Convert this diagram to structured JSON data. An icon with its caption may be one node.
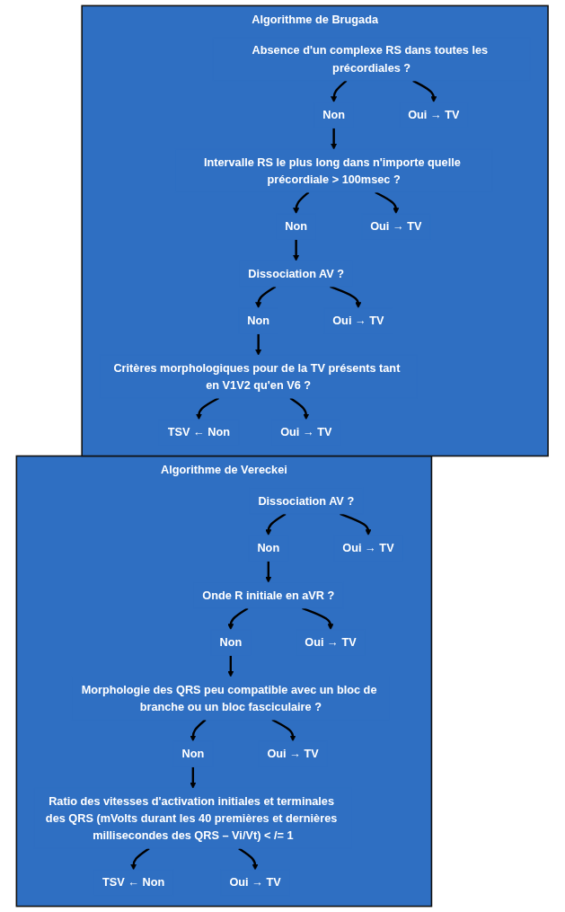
{
  "diagram": {
    "nodes": [
      {
        "text": [
          "Algorithme de Brugada"
        ]
      },
      {
        "text": [
          "Absence d'un complexe RS dans toutes les précordiales ?"
        ],
        "in": 0
      },
      {
        "text": [
          "Non"
        ],
        "in": 0
      },
      {
        "text": [
          "Oui → TV"
        ],
        "in": 0
      },
      {
        "text": [
          "Intervalle RS le plus long dans n'importe quelle précordiale > 100msec ?"
        ],
        "in": 0
      },
      {
        "text": [
          "Non"
        ],
        "in": 0
      },
      {
        "text": [
          "Oui → TV"
        ],
        "in": 0
      },
      {
        "text": [
          "Dissociation AV ?"
        ],
        "in": 0
      },
      {
        "text": [
          "Non"
        ],
        "in": 0
      },
      {
        "text": [
          "Oui → TV"
        ],
        "in": 0
      },
      {
        "text": [
          "Critères morphologiques pour de la TV présents tant en V1V2 qu'en V6 ?"
        ],
        "in": 0
      },
      {
        "text": [
          "TSV ← Non"
        ],
        "in": 0
      },
      {
        "text": [
          "Oui → TV"
        ],
        "in": 0
      },
      {
        "text": [
          "Algorithme de Vereckei"
        ]
      },
      {
        "text": [
          "Dissociation AV ?"
        ],
        "in": 13
      },
      {
        "text": [
          "Non"
        ],
        "in": 13
      },
      {
        "text": [
          "Oui → TV"
        ],
        "in": 13
      },
      {
        "text": [
          "Onde R initiale en aVR ?"
        ],
        "in": 13
      },
      {
        "text": [
          "Non"
        ],
        "in": 13
      },
      {
        "text": [
          "Oui → TV"
        ],
        "in": 13
      },
      {
        "text": [
          "Morphologie des QRS peu compatible avec un bloc de branche ou un bloc fasciculaire ?"
        ],
        "in": 13
      },
      {
        "text": [
          "Non"
        ],
        "in": 13
      },
      {
        "text": [
          "Oui → TV"
        ],
        "in": 13
      },
      {
        "text": [
          "Ratio des vitesses d'activation initiales et terminales des QRS (mVolts durant les 40 premières et dernières millisecondes des QRS – Vi/Vt) < /= 1"
        ],
        "in": 13
      },
      {
        "text": [
          "TSV ← Non"
        ],
        "in": 13
      },
      {
        "text": [
          "Oui → TV"
        ],
        "in": 13
      }
    ],
    "edges": [
      {
        "from": 1,
        "to": 2,
        "arrow": "to"
      },
      {
        "from": 1,
        "to": 3,
        "arrow": "to"
      },
      {
        "from": 2,
        "to": 4,
        "arrow": "to"
      },
      {
        "from": 4,
        "to": 5,
        "arrow": "to"
      },
      {
        "from": 4,
        "to": 6,
        "arrow": "to"
      },
      {
        "from": 5,
        "to": 7,
        "arrow": "to"
      },
      {
        "from": 7,
        "to": 8,
        "arrow": "to"
      },
      {
        "from": 7,
        "to": 9,
        "arrow": "to"
      },
      {
        "from": 8,
        "to": 10,
        "arrow": "to"
      },
      {
        "from": 10,
        "to": 11,
        "arrow": "to"
      },
      {
        "from": 10,
        "to": 12,
        "arrow": "to"
      },
      {
        "from": 14,
        "to": 15,
        "arrow": "to"
      },
      {
        "from": 14,
        "to": 16,
        "arrow": "to"
      },
      {
        "from": 15,
        "to": 17,
        "arrow": "to"
      },
      {
        "from": 17,
        "to": 18,
        "arrow": "to"
      },
      {
        "from": 17,
        "to": 19,
        "arrow": "to"
      },
      {
        "from": 18,
        "to": 20,
        "arrow": "to"
      },
      {
        "from": 20,
        "to": 21,
        "arrow": "to"
      },
      {
        "from": 20,
        "to": 22,
        "arrow": "to"
      },
      {
        "from": 21,
        "to": 23,
        "arrow": "to"
      },
      {
        "from": 23,
        "to": 24,
        "arrow": "to"
      },
      {
        "from": 23,
        "to": 25,
        "arrow": "to"
      }
    ]
  }
}
